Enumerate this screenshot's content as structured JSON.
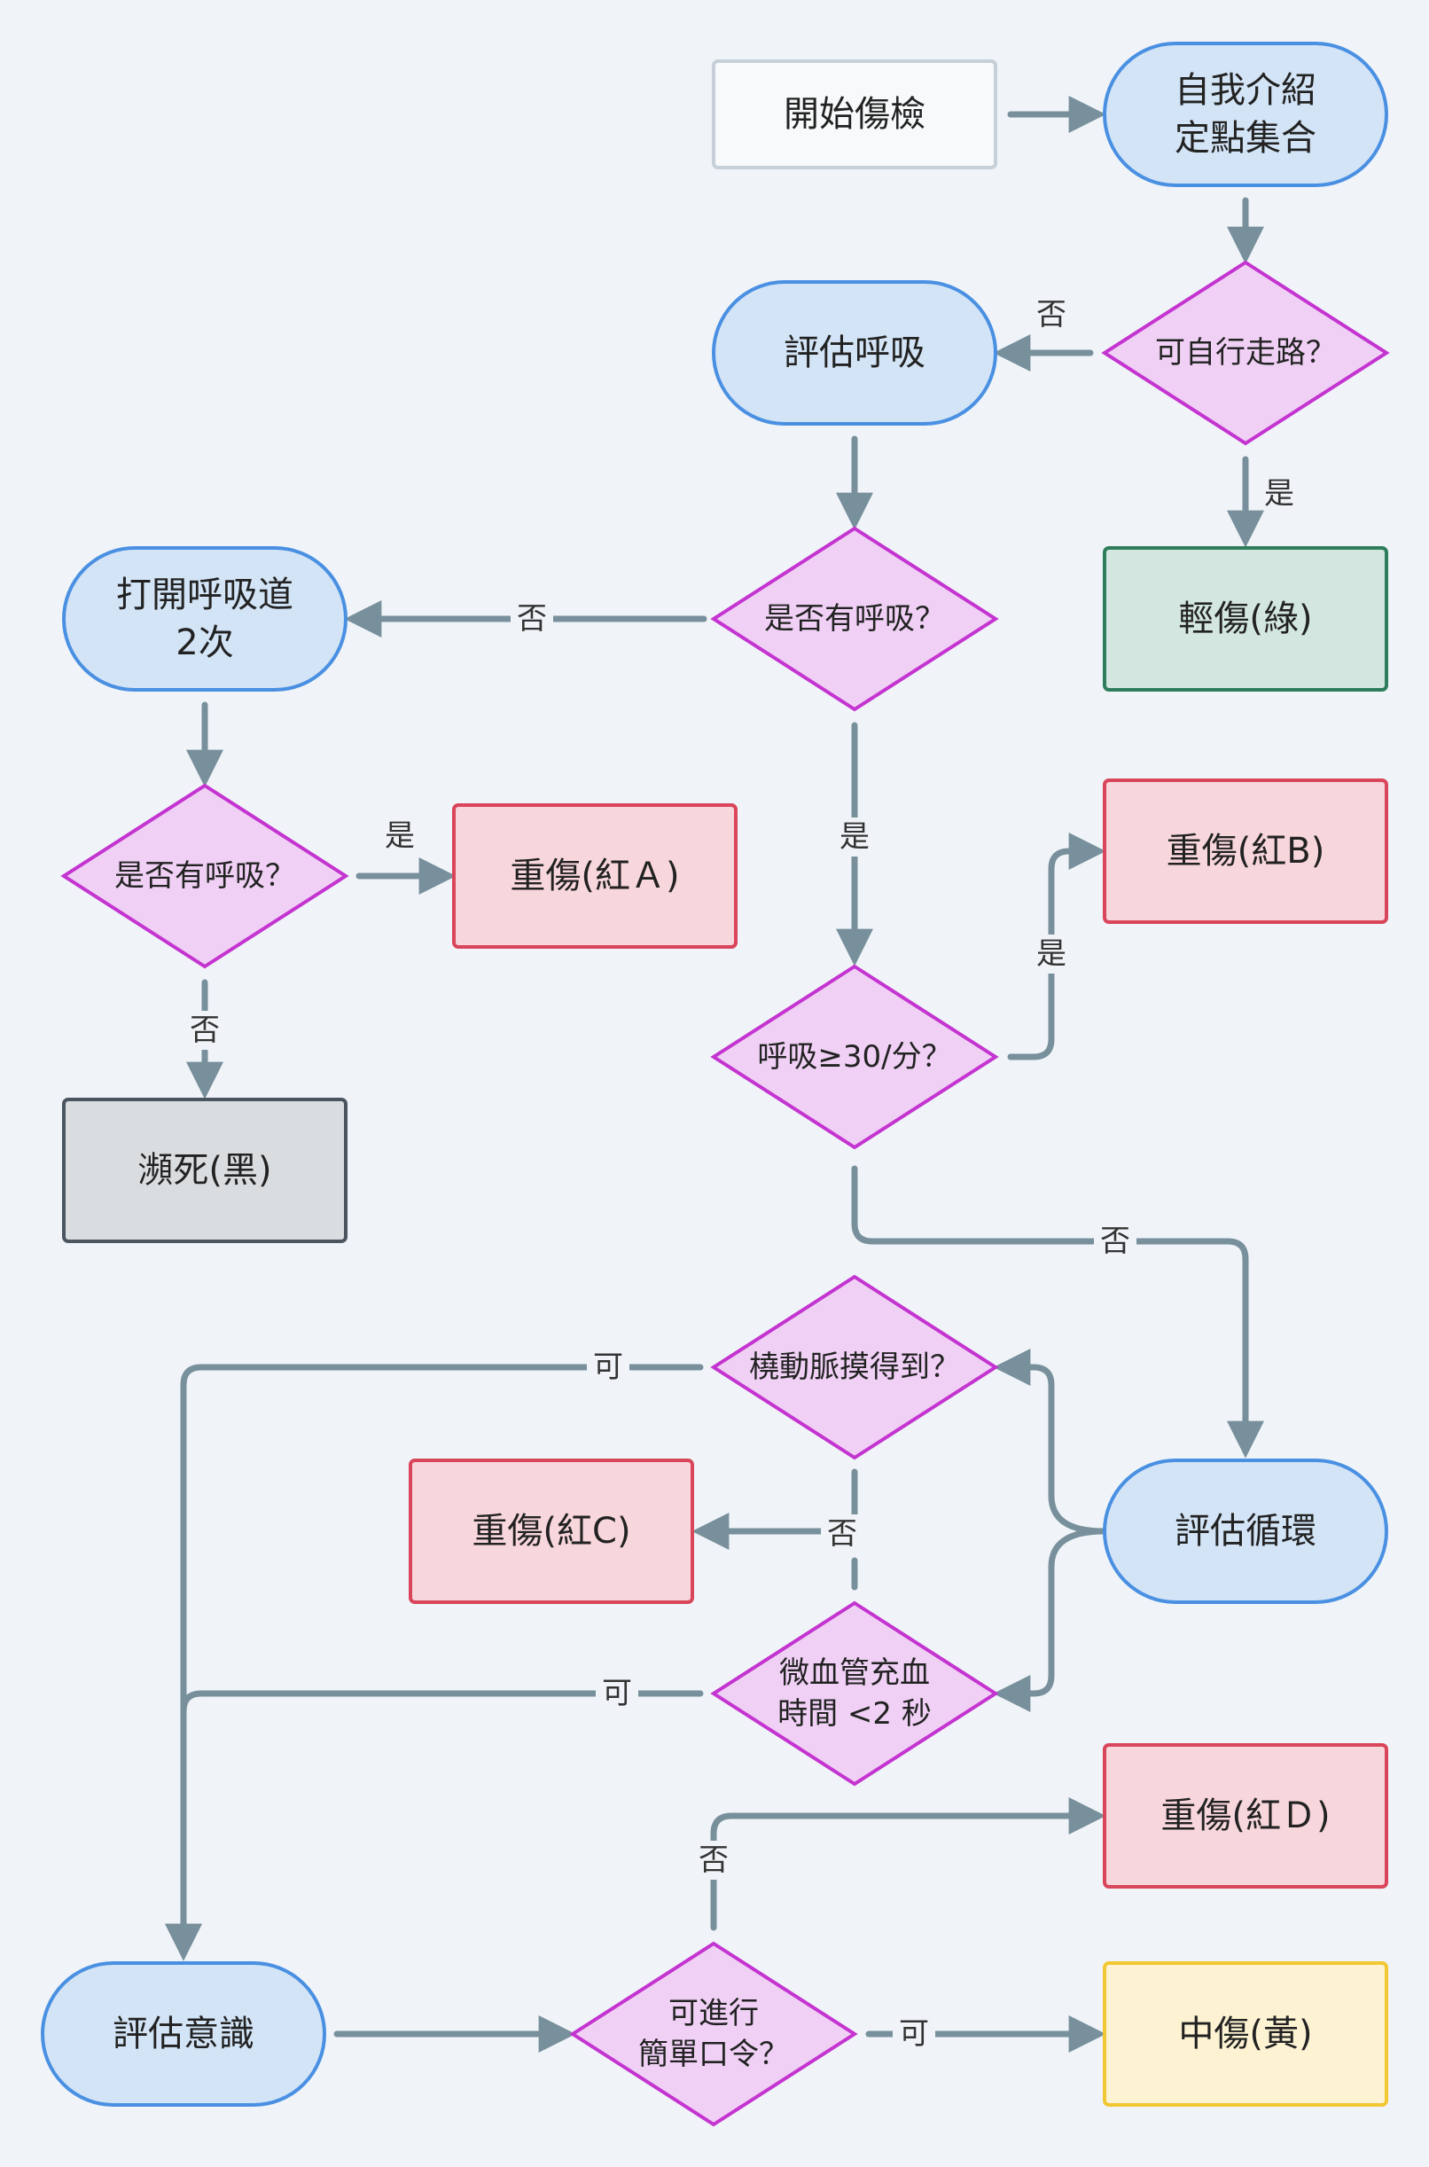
{
  "colors": {
    "background": "#f0f4f8",
    "edge": "#78909c",
    "terminal_fill": "#d3e4f6",
    "terminal_stroke": "#4a90e2",
    "decision_fill": "#f0d1f5",
    "decision_stroke": "#c434d0",
    "start_fill": "#f7f9fb",
    "start_stroke": "#c7cfd8",
    "red_fill": "#f8d7dc",
    "red_stroke": "#d9455a",
    "green_fill": "#d3e6e0",
    "green_stroke": "#2e7d5b",
    "black_fill": "#dadde0",
    "black_stroke": "#4a5560",
    "yellow_fill": "#fdf3d3",
    "yellow_stroke": "#f2c832"
  },
  "nodes": {
    "start": {
      "lines": [
        "開始傷檢"
      ]
    },
    "intro": {
      "lines": [
        "自我介紹",
        "定點集合"
      ]
    },
    "walk": {
      "lines": [
        "可自行走路？"
      ]
    },
    "eval_breath": {
      "lines": [
        "評估呼吸"
      ]
    },
    "minor": {
      "lines": [
        "輕傷(綠)"
      ]
    },
    "breathing1": {
      "lines": [
        "是否有呼吸？"
      ]
    },
    "open_airway": {
      "lines": [
        "打開呼吸道",
        "2次"
      ]
    },
    "breathing2": {
      "lines": [
        "是否有呼吸？"
      ]
    },
    "red_a": {
      "lines": [
        "重傷(紅Ａ)"
      ]
    },
    "dying": {
      "lines": [
        "瀕死(黑)"
      ]
    },
    "red_b": {
      "lines": [
        "重傷(紅B)"
      ]
    },
    "rate": {
      "lines": [
        "呼吸≥30/分？"
      ]
    },
    "eval_circ": {
      "lines": [
        "評估循環"
      ]
    },
    "pulse": {
      "lines": [
        "橈動脈摸得到？"
      ]
    },
    "red_c": {
      "lines": [
        "重傷(紅C)"
      ]
    },
    "cap_refill": {
      "lines": [
        "微血管充血",
        "時間 <2 秒"
      ]
    },
    "eval_consc": {
      "lines": [
        "評估意識"
      ]
    },
    "command": {
      "lines": [
        "可進行",
        "簡單口令？"
      ]
    },
    "red_d": {
      "lines": [
        "重傷(紅Ｄ)"
      ]
    },
    "moderate": {
      "lines": [
        "中傷(黃)"
      ]
    }
  },
  "edge_labels": {
    "walk_no": "否",
    "walk_yes": "是",
    "breath1_no": "否",
    "breath1_yes": "是",
    "breath2_yes": "是",
    "breath2_no": "否",
    "rate_yes": "是",
    "rate_no": "否",
    "pulse_yes": "可",
    "pulse_no": "否",
    "cap_yes": "可",
    "command_no": "否",
    "command_yes": "可"
  }
}
